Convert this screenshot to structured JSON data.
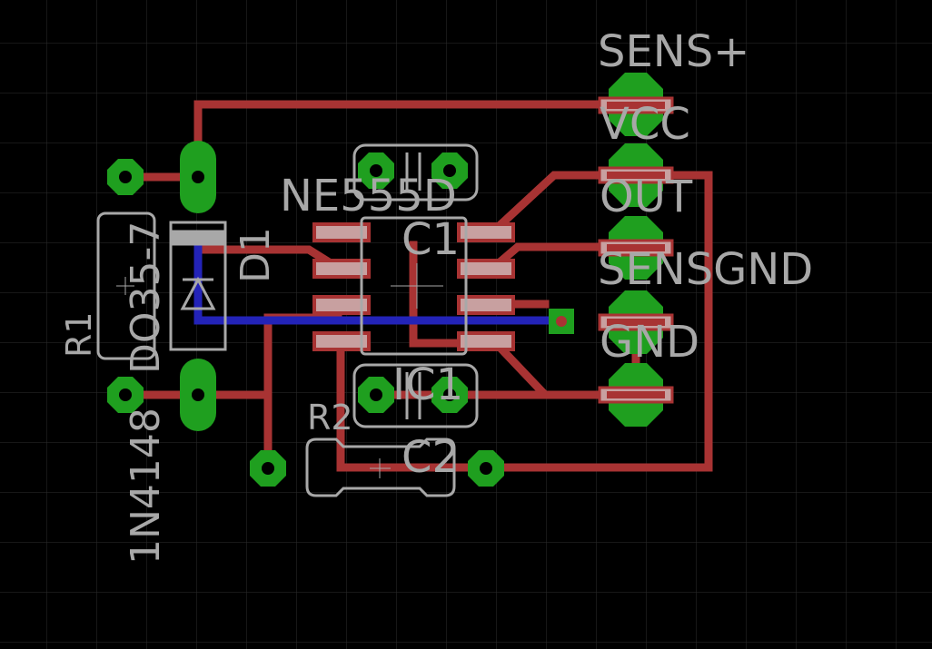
{
  "colors": {
    "background": "#000000",
    "grid": "#2e2e2e",
    "top_copper": "#a83333",
    "bottom_copper": "#2323b8",
    "pad": "#1f9f1f",
    "smd_pad": "#c8a0a0",
    "silkscreen": "#a8a8a8"
  },
  "labels": {
    "connector": {
      "sens_plus": "SENS+",
      "vcc": "VCC",
      "out": "OUT",
      "sensgnd": "SENSGND",
      "gnd": "GND"
    },
    "ic1_value": "NE555D",
    "ic1_name": "IC1",
    "c1": "C1",
    "c2": "C2",
    "d1": "D1",
    "d1_package": "DO35-7",
    "d1_value": "1N4148",
    "r1": "R1",
    "r2": "R2"
  }
}
